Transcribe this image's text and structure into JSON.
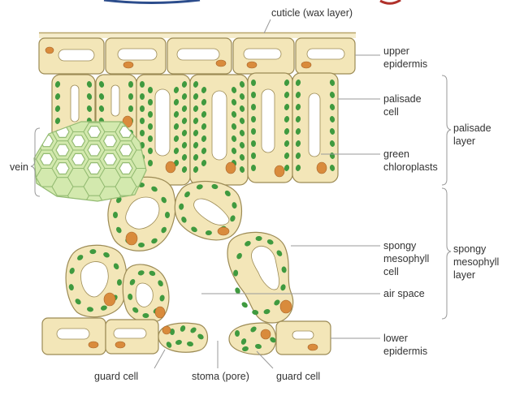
{
  "colors": {
    "cell_fill": "#f3e6b8",
    "cell_stroke": "#9c8b55",
    "chloroplast": "#3f9a3f",
    "nucleus": "#d98b3c",
    "vacuole": "#ffffff",
    "vein_fill": "#d3e9ae",
    "vein_stroke": "#93bb72",
    "leader": "#9a9a9a",
    "text": "#333333"
  },
  "labels": {
    "cuticle": "cuticle (wax layer)",
    "upper_epidermis": [
      "upper",
      "epidermis"
    ],
    "palisade_cell": [
      "palisade",
      "cell"
    ],
    "palisade_layer": [
      "palisade",
      "layer"
    ],
    "green_chloroplasts": [
      "green",
      "chloroplasts"
    ],
    "vein": "vein",
    "spongy_mesophyll_cell": [
      "spongy",
      "mesophyll",
      "cell"
    ],
    "spongy_mesophyll_layer": [
      "spongy",
      "mesophyll",
      "layer"
    ],
    "air_space": "air space",
    "lower_epidermis": [
      "lower",
      "epidermis"
    ],
    "guard_cell_left": "guard cell",
    "stoma": "stoma (pore)",
    "guard_cell_right": "guard cell"
  }
}
